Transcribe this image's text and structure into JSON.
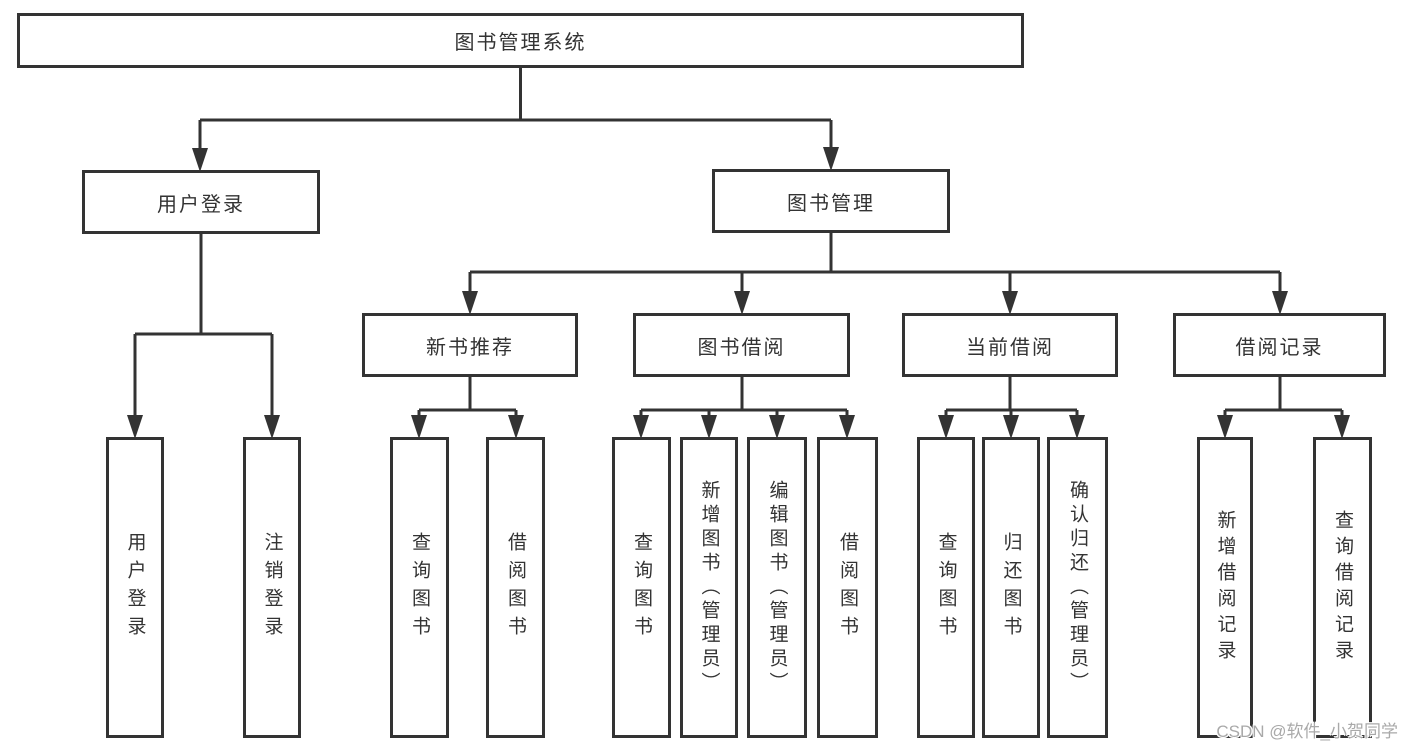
{
  "watermark": "CSDN @软件_小贺同学",
  "colors": {
    "line": "#333333",
    "border": "#333333",
    "text": "#333333",
    "background": "#ffffff",
    "watermark_text": "#a9a9a9"
  },
  "nodes": {
    "root": "图书管理系统",
    "user_login": "用户登录",
    "book_mgmt": "图书管理",
    "new_book_rec": "新书推荐",
    "book_borrow": "图书借阅",
    "current_borrow": "当前借阅",
    "borrow_record": "借阅记录",
    "ul_login": "用户登录",
    "ul_logout": "注销登录",
    "nb_query": "查询图书",
    "nb_borrow": "借阅图书",
    "bb_query": "查询图书",
    "bb_add": "新增图书（管理员）",
    "bb_edit": "编辑图书（管理员）",
    "bb_borrow": "借阅图书",
    "cb_query": "查询图书",
    "cb_return": "归还图书",
    "cb_confirm": "确认归还（管理员）",
    "br_add": "新增借阅记录",
    "br_query": "查询借阅记录"
  },
  "hierarchy": {
    "图书管理系统": {
      "用户登录": [
        "用户登录",
        "注销登录"
      ],
      "图书管理": {
        "新书推荐": [
          "查询图书",
          "借阅图书"
        ],
        "图书借阅": [
          "查询图书",
          "新增图书（管理员）",
          "编辑图书（管理员）",
          "借阅图书"
        ],
        "当前借阅": [
          "查询图书",
          "归还图书",
          "确认归还（管理员）"
        ],
        "借阅记录": [
          "新增借阅记录",
          "查询借阅记录"
        ]
      }
    }
  }
}
